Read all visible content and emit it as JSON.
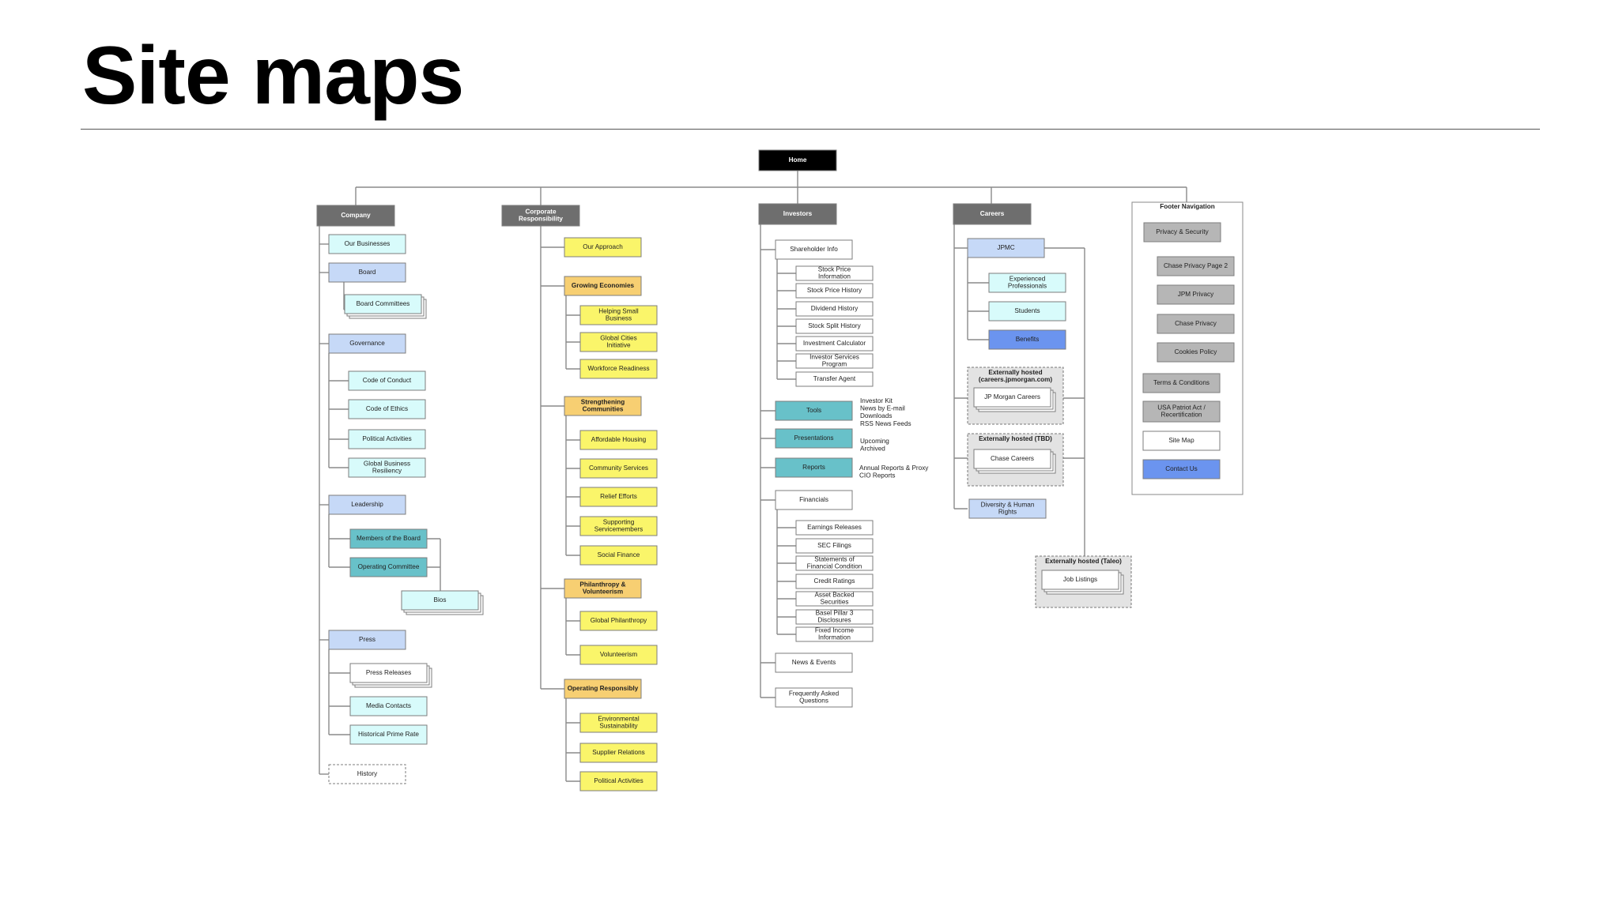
{
  "slide": {
    "title": "Site maps"
  },
  "palette": {
    "home": "#000000",
    "section": "#6e6e6e",
    "lightblue": "#c6d9f7",
    "cyan": "#d8fbfb",
    "teal": "#68c1c9",
    "yellow": "#faf56a",
    "orange": "#f7cf72",
    "white": "#ffffff",
    "blue": "#6b94ef",
    "gray": "#b6b6b6",
    "dashed_bg": "#e3e3e3"
  },
  "sitemap": {
    "home": "Home",
    "company": {
      "label": "Company",
      "children": [
        "Our Businesses",
        "Board",
        "Board Committees",
        "Governance",
        "Code of Conduct",
        "Code of Ethics",
        "Political Activities",
        "Global Business Resiliency",
        "Leadership",
        "Members of the Board",
        "Operating Committee",
        "Bios",
        "Press",
        "Press Releases",
        "Media Contacts",
        "Historical Prime Rate",
        "History"
      ]
    },
    "corporate_responsibility": {
      "label": "Corporate Responsibility",
      "children": [
        "Our Approach",
        "Growing Economies",
        "Helping Small Business",
        "Global Cities Initiative",
        "Workforce Readiness",
        "Strengthening Communities",
        "Affordable Housing",
        "Community Services",
        "Relief Efforts",
        "Supporting Servicemembers",
        "Social Finance",
        "Philanthropy & Volunteerism",
        "Global Philanthropy",
        "Volunteerism",
        "Operating Responsibly",
        "Environmental Sustainability",
        "Supplier Relations",
        "Political Activities"
      ]
    },
    "investors": {
      "label": "Investors",
      "children": [
        "Shareholder Info",
        "Stock Price Information",
        "Stock Price History",
        "Dividend History",
        "Stock Split History",
        "Investment Calculator",
        "Investor Services Program",
        "Transfer Agent",
        "Tools",
        "Presentations",
        "Reports",
        "Financials",
        "Earnings Releases",
        "SEC Filings",
        "Statements of Financial Condition",
        "Credit Ratings",
        "Asset Backed Securities",
        "Basel Pillar 3 Disclosures",
        "Fixed Income Information",
        "News & Events",
        "Frequently Asked Questions"
      ],
      "tools_notes": [
        "Investor Kit",
        "News by E-mail",
        "Downloads",
        "RSS News Feeds"
      ],
      "presentations_notes": [
        "Upcoming",
        "Archived"
      ],
      "reports_notes": [
        "Annual Reports & Proxy",
        "CIO Reports"
      ]
    },
    "careers": {
      "label": "Careers",
      "children": [
        "JPMC",
        "Experienced Professionals",
        "Students",
        "Benefits",
        "Externally hosted (careers.jpmorgan.com)",
        "JP Morgan Careers",
        "Externally hosted (TBD)",
        "Chase Careers",
        "Diversity & Human Rights",
        "Externally hosted (Taleo)",
        "Job Listings"
      ]
    },
    "footer": {
      "label": "Footer Navigation",
      "children": [
        "Privacy & Security",
        "Chase Privacy Page 2",
        "JPM Privacy",
        "Chase Privacy",
        "Cookies Policy",
        "Terms & Conditions",
        "USA Patriot Act / Recertification",
        "Site Map",
        "Contact Us"
      ]
    }
  }
}
